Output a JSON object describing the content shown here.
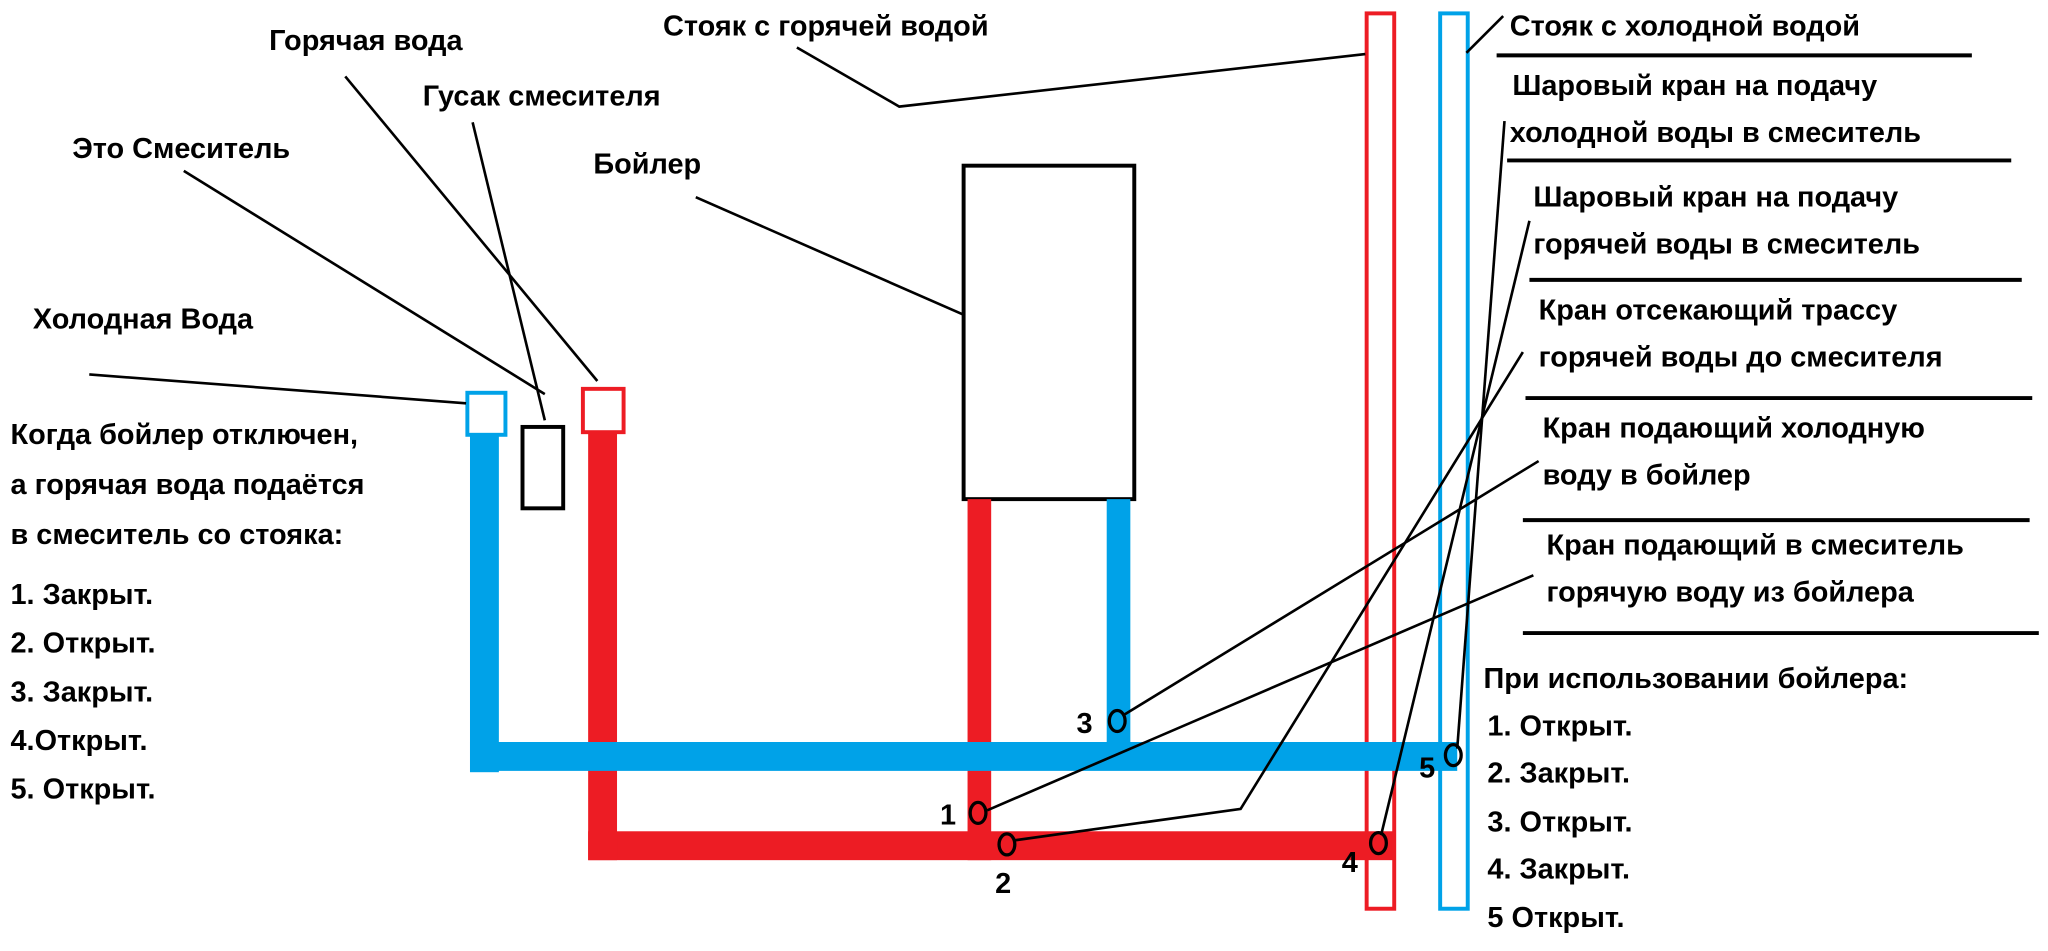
{
  "colors": {
    "hot": "#ed1c24",
    "cold": "#00a2e8",
    "line": "#000000"
  },
  "labels": {
    "hot_water": "Горячая вода",
    "spout": "Гусак смесителя",
    "mixer": "Это Смеситель",
    "boiler": "Бойлер",
    "hot_riser": "Стояк с горячей водой",
    "cold_water": "Холодная Вода",
    "cold_riser": "Стояк с холодной водой"
  },
  "valve_descriptions": [
    {
      "line1": "Шаровый кран на подачу",
      "line2": "холодной воды в смеситель"
    },
    {
      "line1": "Шаровый кран на подачу",
      "line2": "горячей воды в смеситель"
    },
    {
      "line1": "Кран отсекающий трассу",
      "line2": "горячей воды до смесителя"
    },
    {
      "line1": "Кран подающий холодную",
      "line2": "воду в бойлер"
    },
    {
      "line1": "Кран подающий в смеситель",
      "line2": "горячую воду из бойлера"
    }
  ],
  "valve_numbers": [
    "1",
    "2",
    "3",
    "4",
    "5"
  ],
  "boiler_off": {
    "title_lines": [
      "Когда бойлер отключен,",
      "а горячая вода подаётся",
      "в смеситель со стояка:"
    ],
    "items": [
      "1. Закрыт.",
      "2. Открыт.",
      "3. Закрыт.",
      "4.Открыт.",
      "5. Открыт."
    ]
  },
  "boiler_on": {
    "title": "При использовании бойлера:",
    "items": [
      "1. Открыт.",
      "2. Закрыт.",
      "3. Открыт.",
      "4. Закрыт.",
      "5 Открыт."
    ]
  }
}
